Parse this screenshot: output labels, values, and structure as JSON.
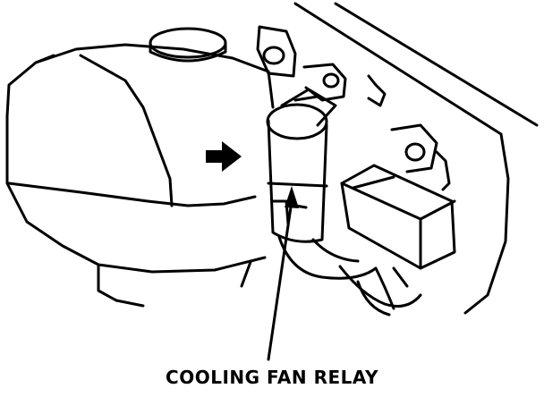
{
  "diagram": {
    "caption": "COOLING FAN RELAY",
    "ink_color": "#000000",
    "paper_color": "#ffffff",
    "callouts": [
      {
        "kind": "direction-arrow",
        "target": "cooling fan relay"
      },
      {
        "kind": "leader-line",
        "target": "cooling fan relay"
      }
    ]
  }
}
